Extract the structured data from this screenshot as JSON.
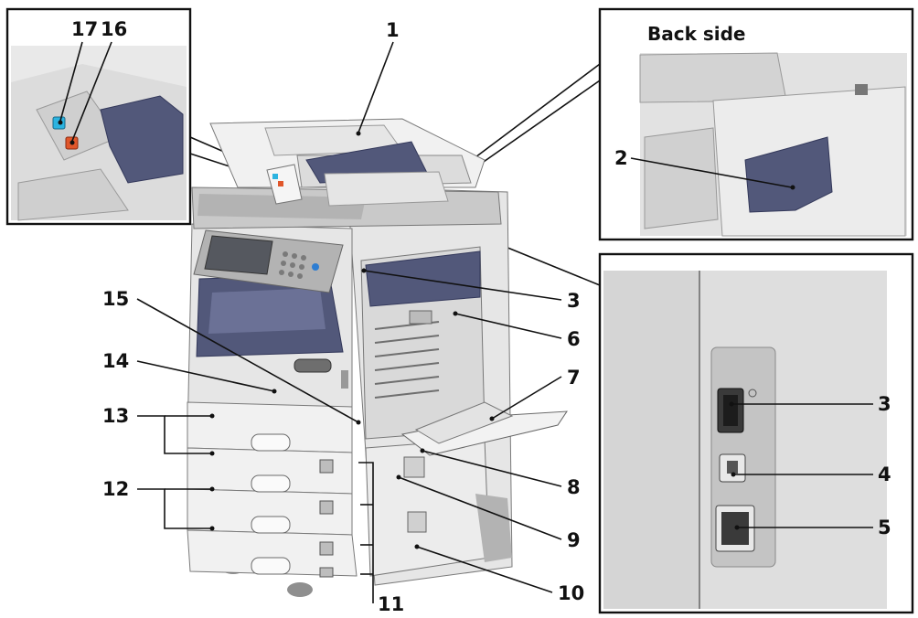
{
  "inset_back": {
    "title": "Back side"
  },
  "labels": {
    "n1": "1",
    "n2": "2",
    "n3": "3",
    "n3b": "3",
    "n4": "4",
    "n5": "5",
    "n6": "6",
    "n7": "7",
    "n8": "8",
    "n9": "9",
    "n10": "10",
    "n11": "11",
    "n12": "12",
    "n13": "13",
    "n14": "14",
    "n15": "15",
    "n16": "16",
    "n17": "17"
  },
  "colors": {
    "accent_blue": "#52587a",
    "indicator_cyan": "#2bb3e0",
    "indicator_orange": "#e0572b"
  }
}
